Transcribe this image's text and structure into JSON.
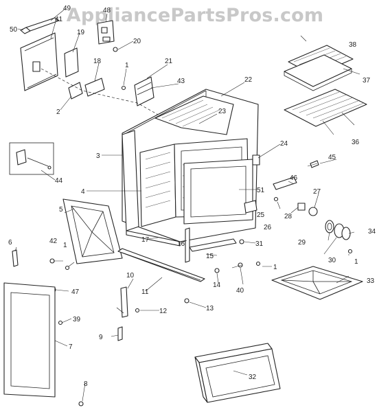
{
  "watermark": "AppliancePartsPros.com",
  "labels": {
    "l1": "1",
    "l2": "2",
    "l3": "3",
    "l4": "4",
    "l5": "5",
    "l6": "6",
    "l7": "7",
    "l8": "8",
    "l9": "9",
    "l10": "10",
    "l11": "11",
    "l12": "12",
    "l13": "13",
    "l14": "14",
    "l15": "15",
    "l16": "16",
    "l17": "17",
    "l18": "18",
    "l19": "19",
    "l20": "20",
    "l21": "21",
    "l22": "22",
    "l23": "23",
    "l24": "24",
    "l25": "25",
    "l26": "26",
    "l27": "27",
    "l28": "28",
    "l29": "29",
    "l30": "30",
    "l31": "31",
    "l32": "32",
    "l33": "33",
    "l34": "34",
    "l36": "36",
    "l37": "37",
    "l38": "38",
    "l39": "39",
    "l40": "40",
    "l41": "41",
    "l42": "42",
    "l43": "43",
    "l44": "44",
    "l45": "45",
    "l46": "46",
    "l47": "47",
    "l48": "48",
    "l49": "49",
    "l50": "50",
    "l51": "51"
  }
}
